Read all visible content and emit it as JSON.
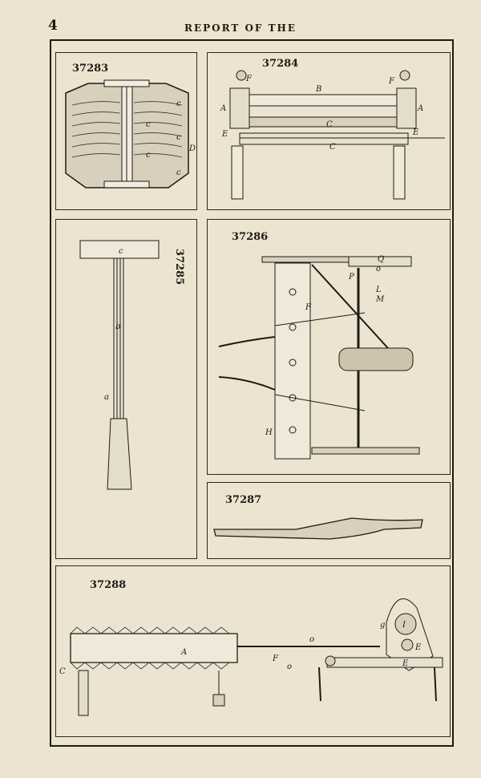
{
  "page": {
    "number": "4",
    "running_head": "REPORT OF THE"
  },
  "figures": [
    {
      "id": "fig-37283",
      "number": "37283",
      "labels": [
        "c",
        "c",
        "c",
        "c",
        "D",
        "c"
      ]
    },
    {
      "id": "fig-37284",
      "number": "37284",
      "labels": [
        "F",
        "B",
        "F",
        "A",
        "A",
        "C",
        "E",
        "E",
        "C"
      ]
    },
    {
      "id": "fig-37285",
      "number": "37285",
      "labels": [
        "c",
        "b",
        "a"
      ]
    },
    {
      "id": "fig-37286",
      "number": "37286",
      "labels": [
        "Q",
        "o",
        "P",
        "L",
        "M",
        "F",
        "H"
      ]
    },
    {
      "id": "fig-37287",
      "number": "37287",
      "labels": []
    },
    {
      "id": "fig-37288",
      "number": "37288",
      "labels": [
        "A",
        "C",
        "F",
        "o",
        "o",
        "g",
        "I",
        "E",
        "E"
      ]
    }
  ]
}
